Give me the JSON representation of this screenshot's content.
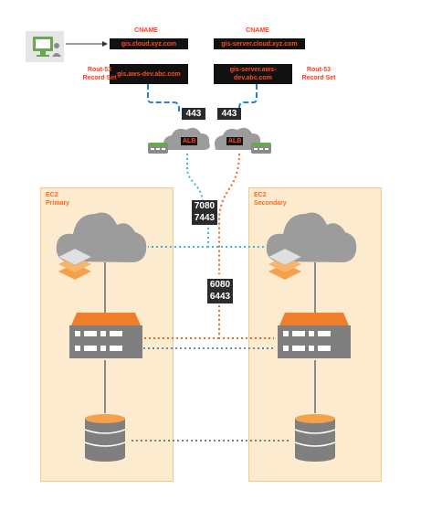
{
  "cname_left": "CNAME",
  "cname_right": "CNAME",
  "route_left": "Rout-53\nRecord Set",
  "route_right": "Rout-53\nRecord Set",
  "dns": {
    "left_top": "gis.cloud.xyz.com",
    "left_bottom": "gis.aws-dev.abc.com",
    "right_top": "gis-server.cloud.xyz.com",
    "right_bottom": "gis-server.aws-dev.abc.com"
  },
  "ports": {
    "alb_left": "443",
    "alb_right": "443",
    "primary_a": "7080",
    "primary_b": "7443",
    "secondary_a": "6080",
    "secondary_b": "6443"
  },
  "alb_label": "ALB",
  "ec2_primary": "EC2\nPrimary",
  "ec2_secondary": "EC2\nSecondary",
  "colors": {
    "panel_fill": "#fdebd0",
    "dns_text": "#ff4a1f",
    "blue_line": "#1f7fe0",
    "teal_line": "#3ab8d0",
    "orange_line": "#e86a1e",
    "icon_gray": "#7f7f7f",
    "layers_orange": "#f5a04a",
    "switch_orange": "#f07d2a",
    "monitor_green": "#6aa84f"
  },
  "icons": [
    "user-computer-icon",
    "cloud-icon",
    "layers-icon",
    "switch-icon",
    "database-icon",
    "load-balancer-icon"
  ]
}
